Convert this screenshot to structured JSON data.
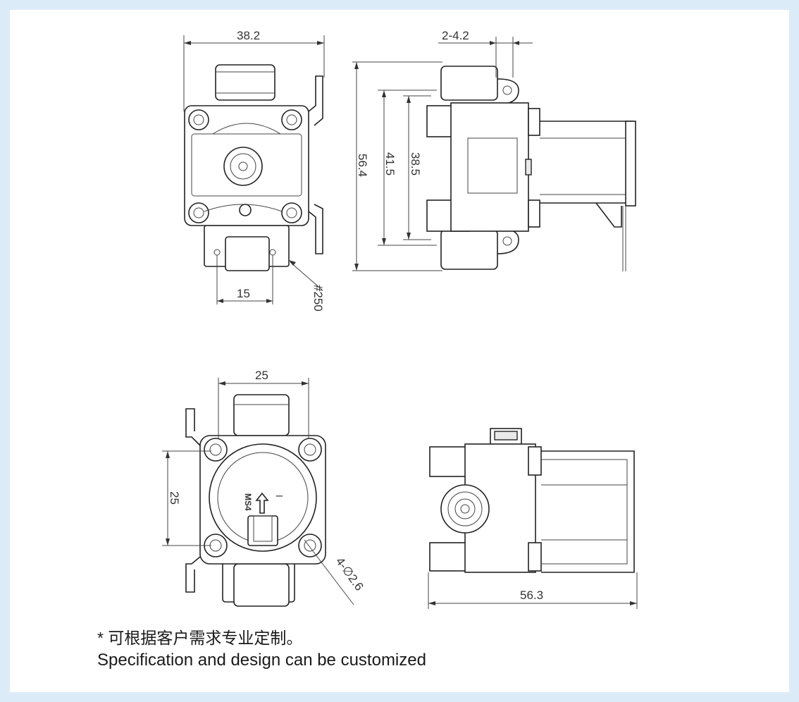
{
  "dimensions": {
    "top_view_width": "38.2",
    "top_view_outlet_spacing": "15",
    "top_view_terminal": "#250",
    "side_view_offset": "2-4.2",
    "side_view_height_overall": "56.4",
    "side_view_height_mid": "41.5",
    "side_view_height_inner": "38.5",
    "front_view_width": "25",
    "front_view_height": "25",
    "front_view_holes": "4-∅2.6",
    "front_view_marking": "MS4",
    "front_view_symbol": "I",
    "bottom_view_length": "56.3"
  },
  "notes": {
    "chinese": "* 可根据客户需求专业定制。",
    "english": "Specification and design can be customized"
  },
  "colors": {
    "border": "#dcebf8",
    "background": "#ffffff",
    "line": "#222222"
  }
}
